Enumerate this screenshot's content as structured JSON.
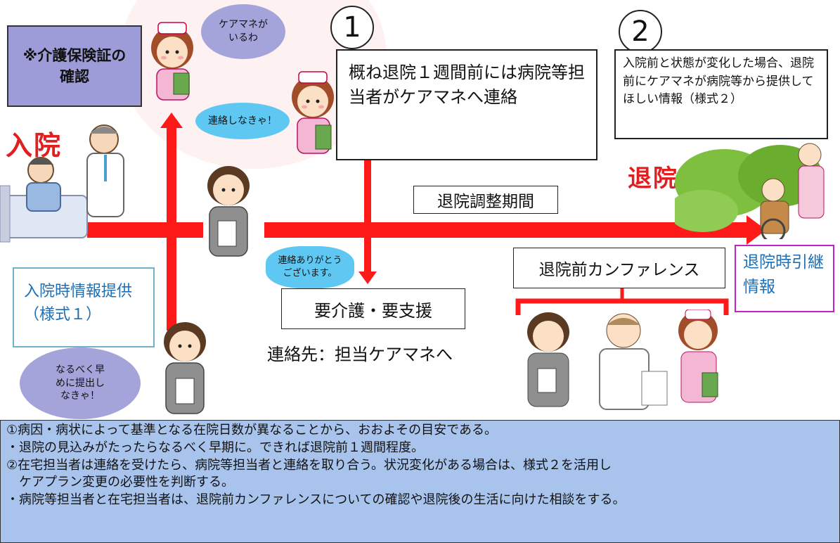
{
  "step1": {
    "number": "1",
    "text": "概ね退院１週間前には病院等担当者がケアマネへ連絡"
  },
  "step2": {
    "number": "2",
    "text": "入院前と状態が変化した場合、退院前にケアマネが病院等から提供してほしい情報（様式２）"
  },
  "labels": {
    "insurance_check": "※介護保険証の確認",
    "admission": "入院",
    "discharge": "退院",
    "adjustment_period": "退院調整期間",
    "admission_info": "入院時情報提供（様式１）",
    "care_level": "要介護・要支援",
    "contact": "連絡先：担当ケアマネへ",
    "pre_conference": "退院前カンファレンス",
    "discharge_handover": "退院時引継情報"
  },
  "bubbles": {
    "caremanager_exists": "ケアマネが\nいるわ",
    "must_contact": "連絡しなきゃ！",
    "thanks": "連絡ありがとう\nございます。",
    "submit_soon": "なるべく早\nめに提出し\nなきゃ！"
  },
  "notes": [
    "①病因・病状によって基準となる在院日数が異なることから、おおよその目安である。",
    "・退院の見込みがたったらなるべく早期に。できれば退院前１週間程度。",
    "②在宅担当者は連絡を受けたら、病院等担当者と連絡を取り合う。状況変化がある場合は、様式２を活用し",
    "　ケアプラン変更の必要性を判断する。",
    "・病院等担当者と在宅担当者は、退院前カンファレンスについての確認や退院後の生活に向けた相談をする。"
  ],
  "colors": {
    "arrow": "#ff1a1a",
    "title_red": "#e02020",
    "note_bg": "#a9c4ec",
    "insurance_bg": "#9d9cd9",
    "handover_border": "#c020c8",
    "info_text": "#1e6fb4",
    "bubble_blue": "#5fc8f2",
    "bubble_lavender": "#a4a4da"
  }
}
